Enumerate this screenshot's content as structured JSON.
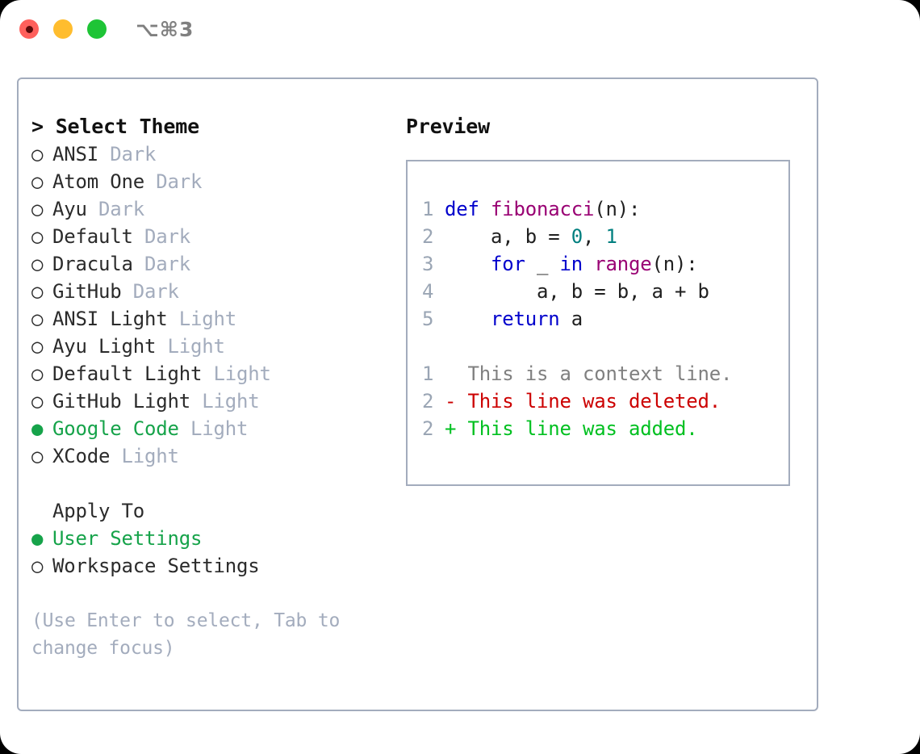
{
  "titlebar": {
    "shortcut": "⌥⌘3",
    "buttons": [
      "close",
      "minimize",
      "maximize"
    ]
  },
  "theme_list": {
    "header": "> Select Theme",
    "items": [
      {
        "marker": "○",
        "name": "ANSI",
        "tag": "Dark",
        "selected": false
      },
      {
        "marker": "○",
        "name": "Atom One",
        "tag": "Dark",
        "selected": false
      },
      {
        "marker": "○",
        "name": "Ayu",
        "tag": "Dark",
        "selected": false
      },
      {
        "marker": "○",
        "name": "Default",
        "tag": "Dark",
        "selected": false
      },
      {
        "marker": "○",
        "name": "Dracula",
        "tag": "Dark",
        "selected": false
      },
      {
        "marker": "○",
        "name": "GitHub",
        "tag": "Dark",
        "selected": false
      },
      {
        "marker": "○",
        "name": "ANSI Light",
        "tag": "Light",
        "selected": false
      },
      {
        "marker": "○",
        "name": "Ayu Light",
        "tag": "Light",
        "selected": false
      },
      {
        "marker": "○",
        "name": "Default Light",
        "tag": "Light",
        "selected": false
      },
      {
        "marker": "○",
        "name": "GitHub Light",
        "tag": "Light",
        "selected": false
      },
      {
        "marker": "●",
        "name": "Google Code",
        "tag": "Light",
        "selected": true
      },
      {
        "marker": "○",
        "name": "XCode",
        "tag": "Light",
        "selected": false
      }
    ]
  },
  "apply_to": {
    "header": "Apply To",
    "items": [
      {
        "marker": "●",
        "name": "User Settings",
        "selected": true
      },
      {
        "marker": "○",
        "name": "Workspace Settings",
        "selected": false
      }
    ]
  },
  "hint": "(Use Enter to select, Tab to change focus)",
  "preview": {
    "title": "Preview",
    "code_lines": [
      {
        "n": "1",
        "tokens": [
          {
            "t": "def ",
            "c": "kw"
          },
          {
            "t": "fibonacci",
            "c": "fn"
          },
          {
            "t": "(n):",
            "c": "pl"
          }
        ]
      },
      {
        "n": "2",
        "tokens": [
          {
            "t": "    a, b = ",
            "c": "pl"
          },
          {
            "t": "0",
            "c": "num"
          },
          {
            "t": ", ",
            "c": "pl"
          },
          {
            "t": "1",
            "c": "num"
          }
        ]
      },
      {
        "n": "3",
        "tokens": [
          {
            "t": "    ",
            "c": "pl"
          },
          {
            "t": "for",
            "c": "kw"
          },
          {
            "t": " _ ",
            "c": "pl"
          },
          {
            "t": "in",
            "c": "kw"
          },
          {
            "t": " ",
            "c": "pl"
          },
          {
            "t": "range",
            "c": "fn"
          },
          {
            "t": "(n):",
            "c": "pl"
          }
        ]
      },
      {
        "n": "4",
        "tokens": [
          {
            "t": "        a, b = b, a + b",
            "c": "pl"
          }
        ]
      },
      {
        "n": "5",
        "tokens": [
          {
            "t": "    ",
            "c": "pl"
          },
          {
            "t": "return",
            "c": "kw"
          },
          {
            "t": " a",
            "c": "pl"
          }
        ]
      }
    ],
    "diff_lines": [
      {
        "n": "1",
        "sign": " ",
        "text": " This is a context line.",
        "kind": "ctx"
      },
      {
        "n": "2",
        "sign": "-",
        "text": " This line was deleted.",
        "kind": "del"
      },
      {
        "n": "2",
        "sign": "+",
        "text": " This line was added.",
        "kind": "add"
      }
    ]
  },
  "colors": {
    "accent_green": "#16a34a",
    "border": "#a3acbd",
    "muted": "#a3acbd",
    "keyword": "#0000cc",
    "function": "#990073",
    "number": "#007f7f",
    "diff_deleted": "#cc0000",
    "diff_added": "#00c020",
    "diff_context": "#808080",
    "line_number": "#9aa5b4"
  }
}
